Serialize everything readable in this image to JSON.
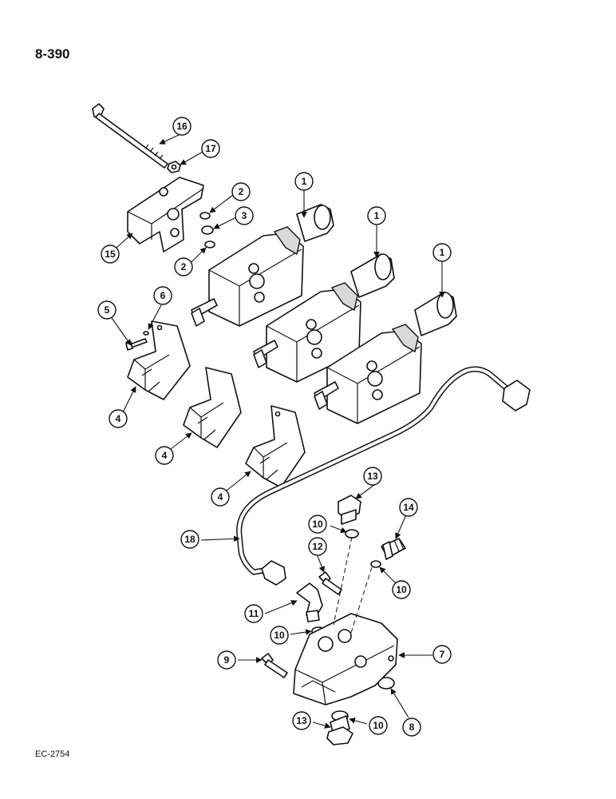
{
  "page": {
    "page_number": "8-390",
    "figure_code": "EC-2754"
  },
  "callouts": {
    "c16": "16",
    "c17": "17",
    "c15": "15",
    "c2a": "2",
    "c3": "3",
    "c2b": "2",
    "c1a": "1",
    "c1b": "1",
    "c1c": "1",
    "c5": "5",
    "c6": "6",
    "c4a": "4",
    "c4b": "4",
    "c4c": "4",
    "c13a": "13",
    "c14": "14",
    "c10a": "10",
    "c18": "18",
    "c12": "12",
    "c10b": "10",
    "c11": "11",
    "c10c": "10",
    "c7": "7",
    "c9": "9",
    "c8": "8",
    "c13b": "13",
    "c10d": "10"
  }
}
